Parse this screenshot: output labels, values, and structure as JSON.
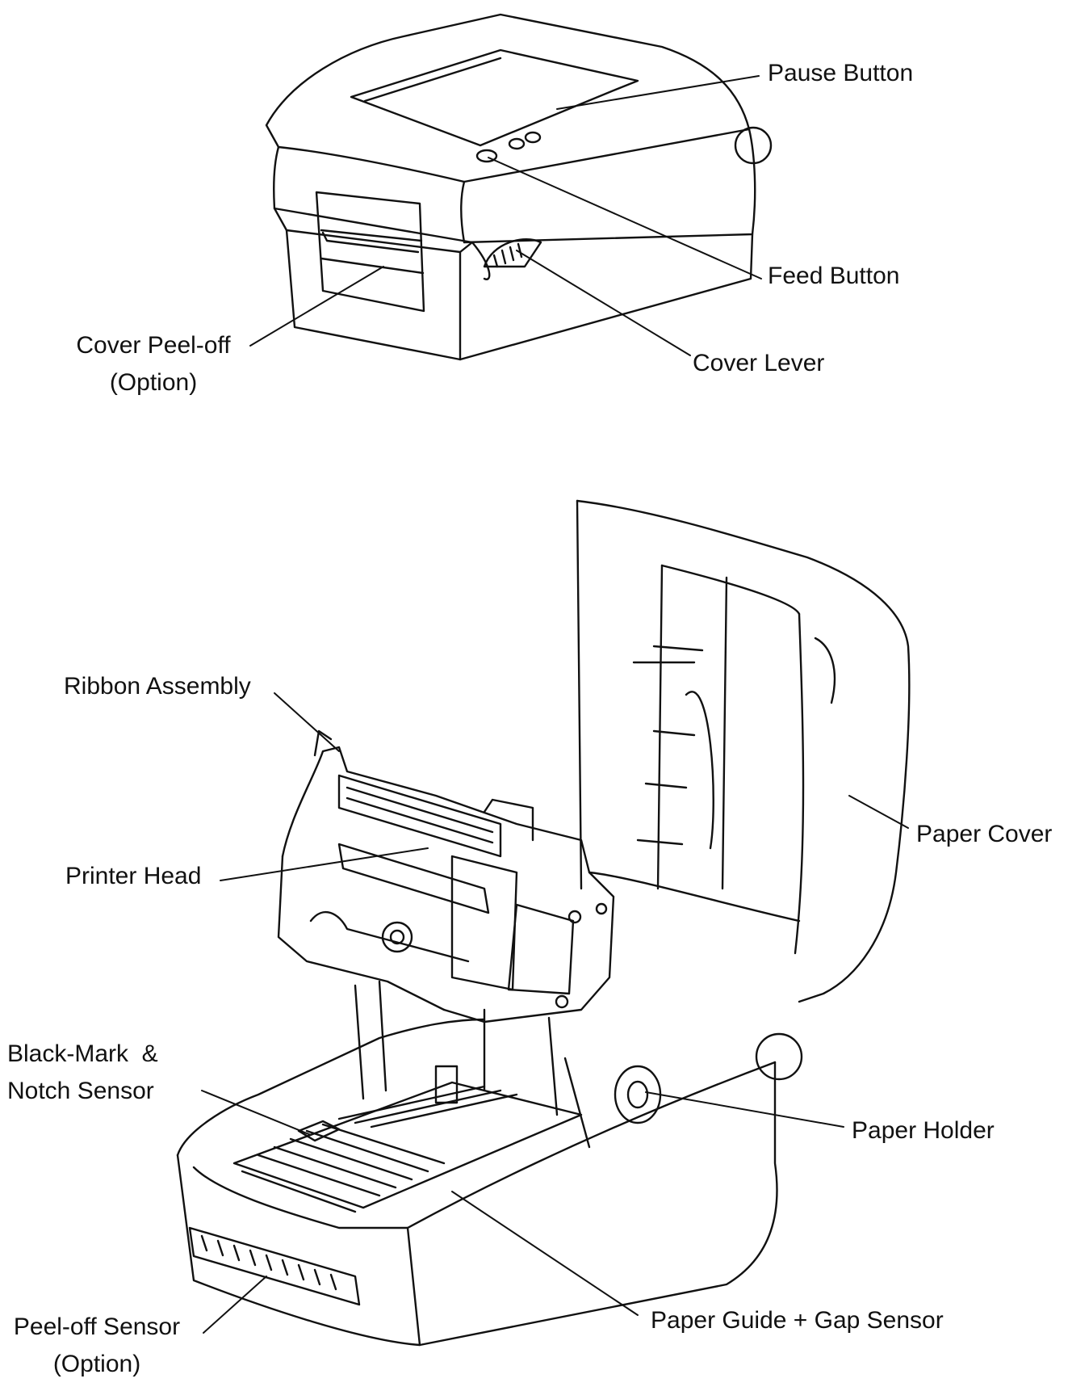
{
  "labels": {
    "pause_button": "Pause Button",
    "feed_button": "Feed Button",
    "cover_lever": "Cover Lever",
    "cover_peel_off_1": "Cover Peel-off",
    "cover_peel_off_2": "(Option)",
    "ribbon_assembly": "Ribbon Assembly",
    "printer_head": "Printer Head",
    "paper_cover": "Paper Cover",
    "black_mark_1": "Black-Mark  &",
    "black_mark_2": "Notch Sensor",
    "paper_holder": "Paper Holder",
    "paper_guide": "Paper Guide + Gap Sensor",
    "peel_off_sensor_1": "Peel-off Sensor",
    "peel_off_sensor_2": "(Option)"
  },
  "colors": {
    "line": "#111111",
    "paper": "#ffffff"
  }
}
